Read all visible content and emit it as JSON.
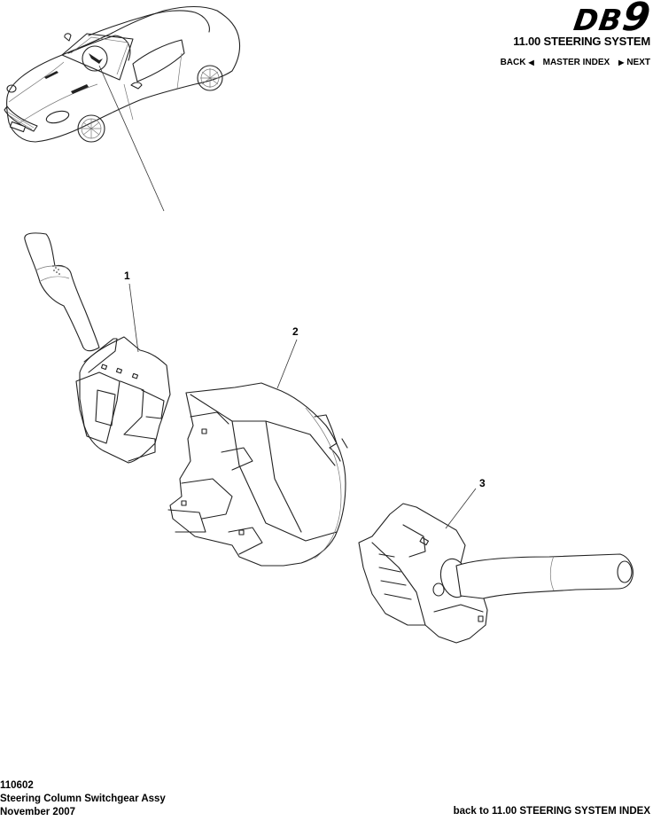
{
  "header": {
    "logo_prefix": "DB",
    "logo_suffix": "9",
    "section_title": "11.00 STEERING SYSTEM",
    "nav": {
      "back_label": "BACK",
      "back_icon": "triangle-left-icon",
      "master_index_label": "MASTER INDEX",
      "next_label": "NEXT",
      "next_icon": "triangle-right-icon"
    }
  },
  "illustration": {
    "locator_view": "car-overview-locator",
    "callouts": [
      {
        "number": "1",
        "part": "left-stalk-switch"
      },
      {
        "number": "2",
        "part": "clock-spring-cassette"
      },
      {
        "number": "3",
        "part": "right-stalk-switch"
      }
    ]
  },
  "footer": {
    "part_number": "110602",
    "part_title": "Steering Column Switchgear Assy",
    "date": "November 2007",
    "back_link_label": "back to 11.00 STEERING SYSTEM INDEX"
  },
  "colors": {
    "text": "#000000",
    "background": "#ffffff",
    "linework": "#222222"
  }
}
